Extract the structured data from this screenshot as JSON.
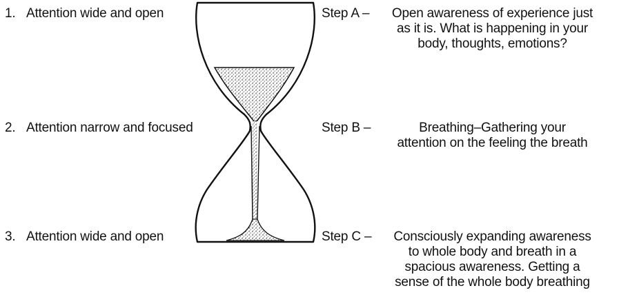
{
  "left_labels": [
    {
      "number": "1.",
      "text": "Attention wide and open"
    },
    {
      "number": "2.",
      "text": "Attention narrow and focused"
    },
    {
      "number": "3.",
      "text": "Attention wide and open"
    }
  ],
  "steps": [
    {
      "label": "Step A –",
      "text": "Open awareness of experience just\nas it is. What is happening in your\nbody, thoughts, emotions?"
    },
    {
      "label": "Step B –",
      "text": "Breathing–Gathering your\nattention on the feeling the breath"
    },
    {
      "label": "Step C –",
      "text": "Consciously expanding awareness\nto whole body and breath in a\nspacious awareness. Getting a\nsense of the whole body breathing"
    }
  ],
  "colors": {
    "ink": "#111111",
    "sand": "#d9d9d9",
    "background": "#ffffff"
  },
  "icons": {
    "hourglass": "hourglass-icon"
  }
}
